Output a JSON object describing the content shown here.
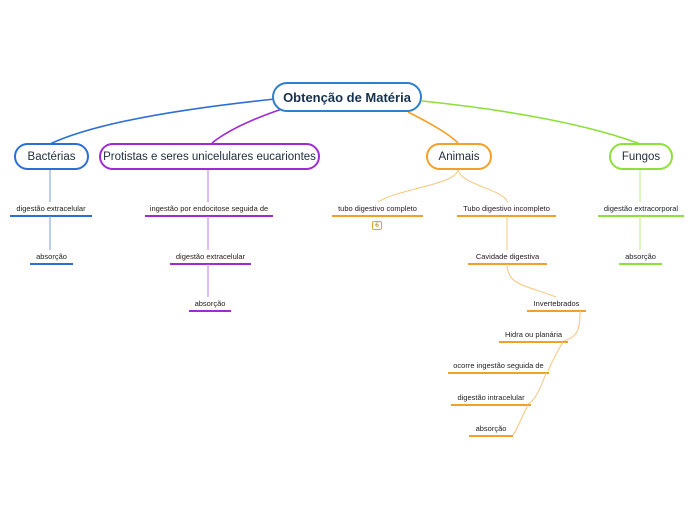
{
  "central": {
    "label": "Obtenção de Matéria"
  },
  "colors": {
    "bacterias": "#2b6fd6",
    "protistas": "#a02ad6",
    "animais": "#f2a02a",
    "fungos": "#8de03a",
    "central": "#2d7fcf"
  },
  "branches": {
    "bacterias": {
      "label": "Bactérias",
      "children": [
        "digestão extracelular",
        "absorção"
      ]
    },
    "protistas": {
      "label": "Protistas e seres unicelulares eucariontes",
      "children": [
        "ingestão por endocitose seguida de",
        "digestão extracelular",
        "absorção"
      ]
    },
    "animais": {
      "label": "Animais",
      "completo": {
        "label": "tubo digestivo completo",
        "badge": "6"
      },
      "incompleto": {
        "label": "Tubo digestivo incompleto",
        "children": [
          "Cavidade digestiva",
          "Invertebrados",
          "Hidra ou planária",
          "ocorre ingestão seguida de",
          "digestão intracelular",
          "absorção"
        ]
      }
    },
    "fungos": {
      "label": "Fungos",
      "children": [
        "digestão extracorporal",
        "absorção"
      ]
    }
  }
}
